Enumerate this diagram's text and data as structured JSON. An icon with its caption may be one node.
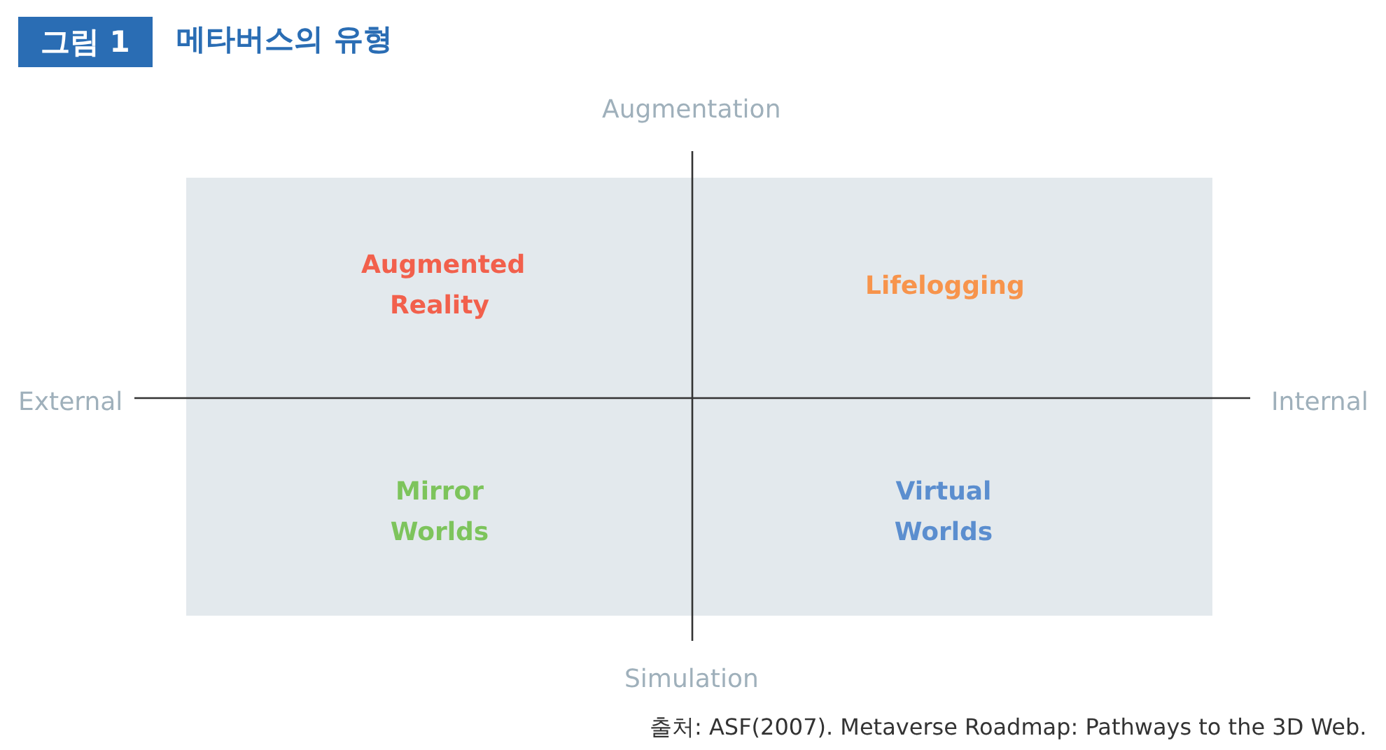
{
  "diagram": {
    "title": "메타버스의 유형",
    "caption": "출처: ASF(2007). Metaverse Roadmap: Pathways to the 3D Web.",
    "nodes": [
      {
        "text": [
          "Augmented Reality"
        ]
      },
      {
        "text": [
          "Lifelogging"
        ]
      },
      {
        "text": [
          "Mirror Worlds"
        ]
      },
      {
        "text": [
          "Virtual Worlds"
        ]
      }
    ],
    "labels": [
      "그림 1",
      "Augmentation",
      "External",
      "Internal",
      "Simulation"
    ]
  }
}
